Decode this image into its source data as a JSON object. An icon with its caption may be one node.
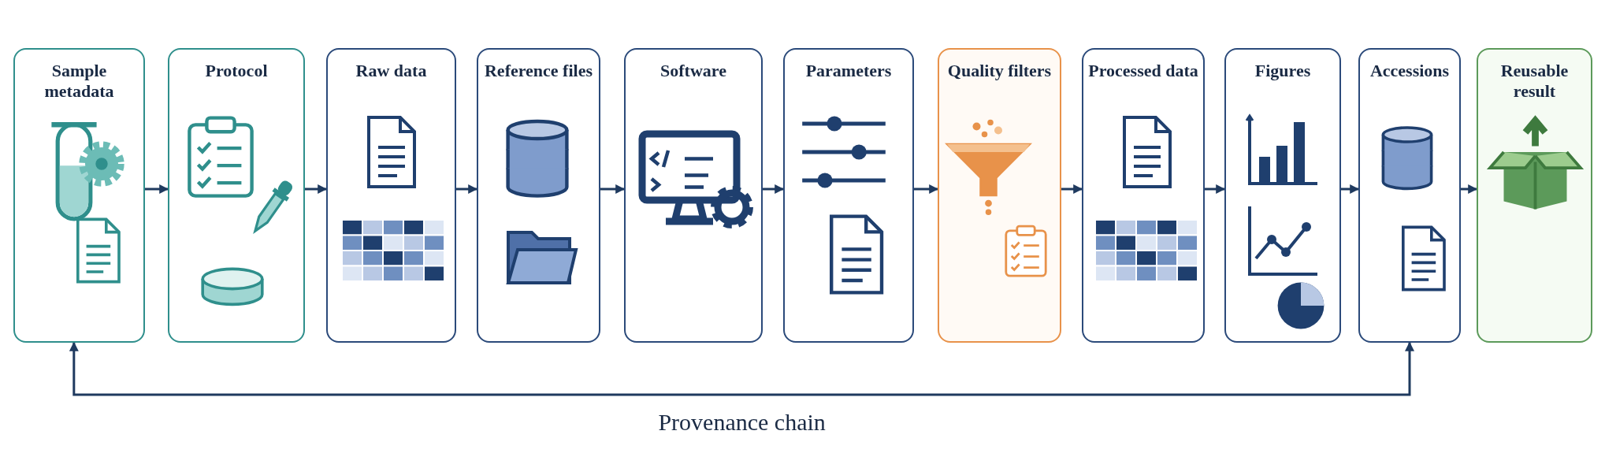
{
  "diagram": {
    "nodes": [
      {
        "text": [
          "Sample metadata"
        ]
      },
      {
        "text": [
          "Protocol"
        ]
      },
      {
        "text": [
          "Raw data"
        ]
      },
      {
        "text": [
          "Reference files"
        ]
      },
      {
        "text": [
          "Software"
        ]
      },
      {
        "text": [
          "Parameters"
        ]
      },
      {
        "text": [
          "Quality filters"
        ]
      },
      {
        "text": [
          "Processed data"
        ]
      },
      {
        "text": [
          "Figures"
        ]
      },
      {
        "text": [
          "Accessions"
        ]
      },
      {
        "text": [
          "Reusable result"
        ]
      }
    ],
    "edges": [
      {
        "from": 0,
        "to": 1,
        "arrow": "to"
      },
      {
        "from": 1,
        "to": 2,
        "arrow": "to"
      },
      {
        "from": 2,
        "to": 3,
        "arrow": "to"
      },
      {
        "from": 3,
        "to": 4,
        "arrow": "to"
      },
      {
        "from": 4,
        "to": 5,
        "arrow": "to"
      },
      {
        "from": 5,
        "to": 6,
        "arrow": "to"
      },
      {
        "from": 6,
        "to": 7,
        "arrow": "to"
      },
      {
        "from": 7,
        "to": 8,
        "arrow": "to"
      },
      {
        "from": 8,
        "to": 9,
        "arrow": "to"
      },
      {
        "from": 9,
        "to": 10,
        "arrow": "to"
      },
      {
        "from": 0,
        "to": 9,
        "arrow": "both",
        "label": "Provenance chain"
      }
    ]
  }
}
